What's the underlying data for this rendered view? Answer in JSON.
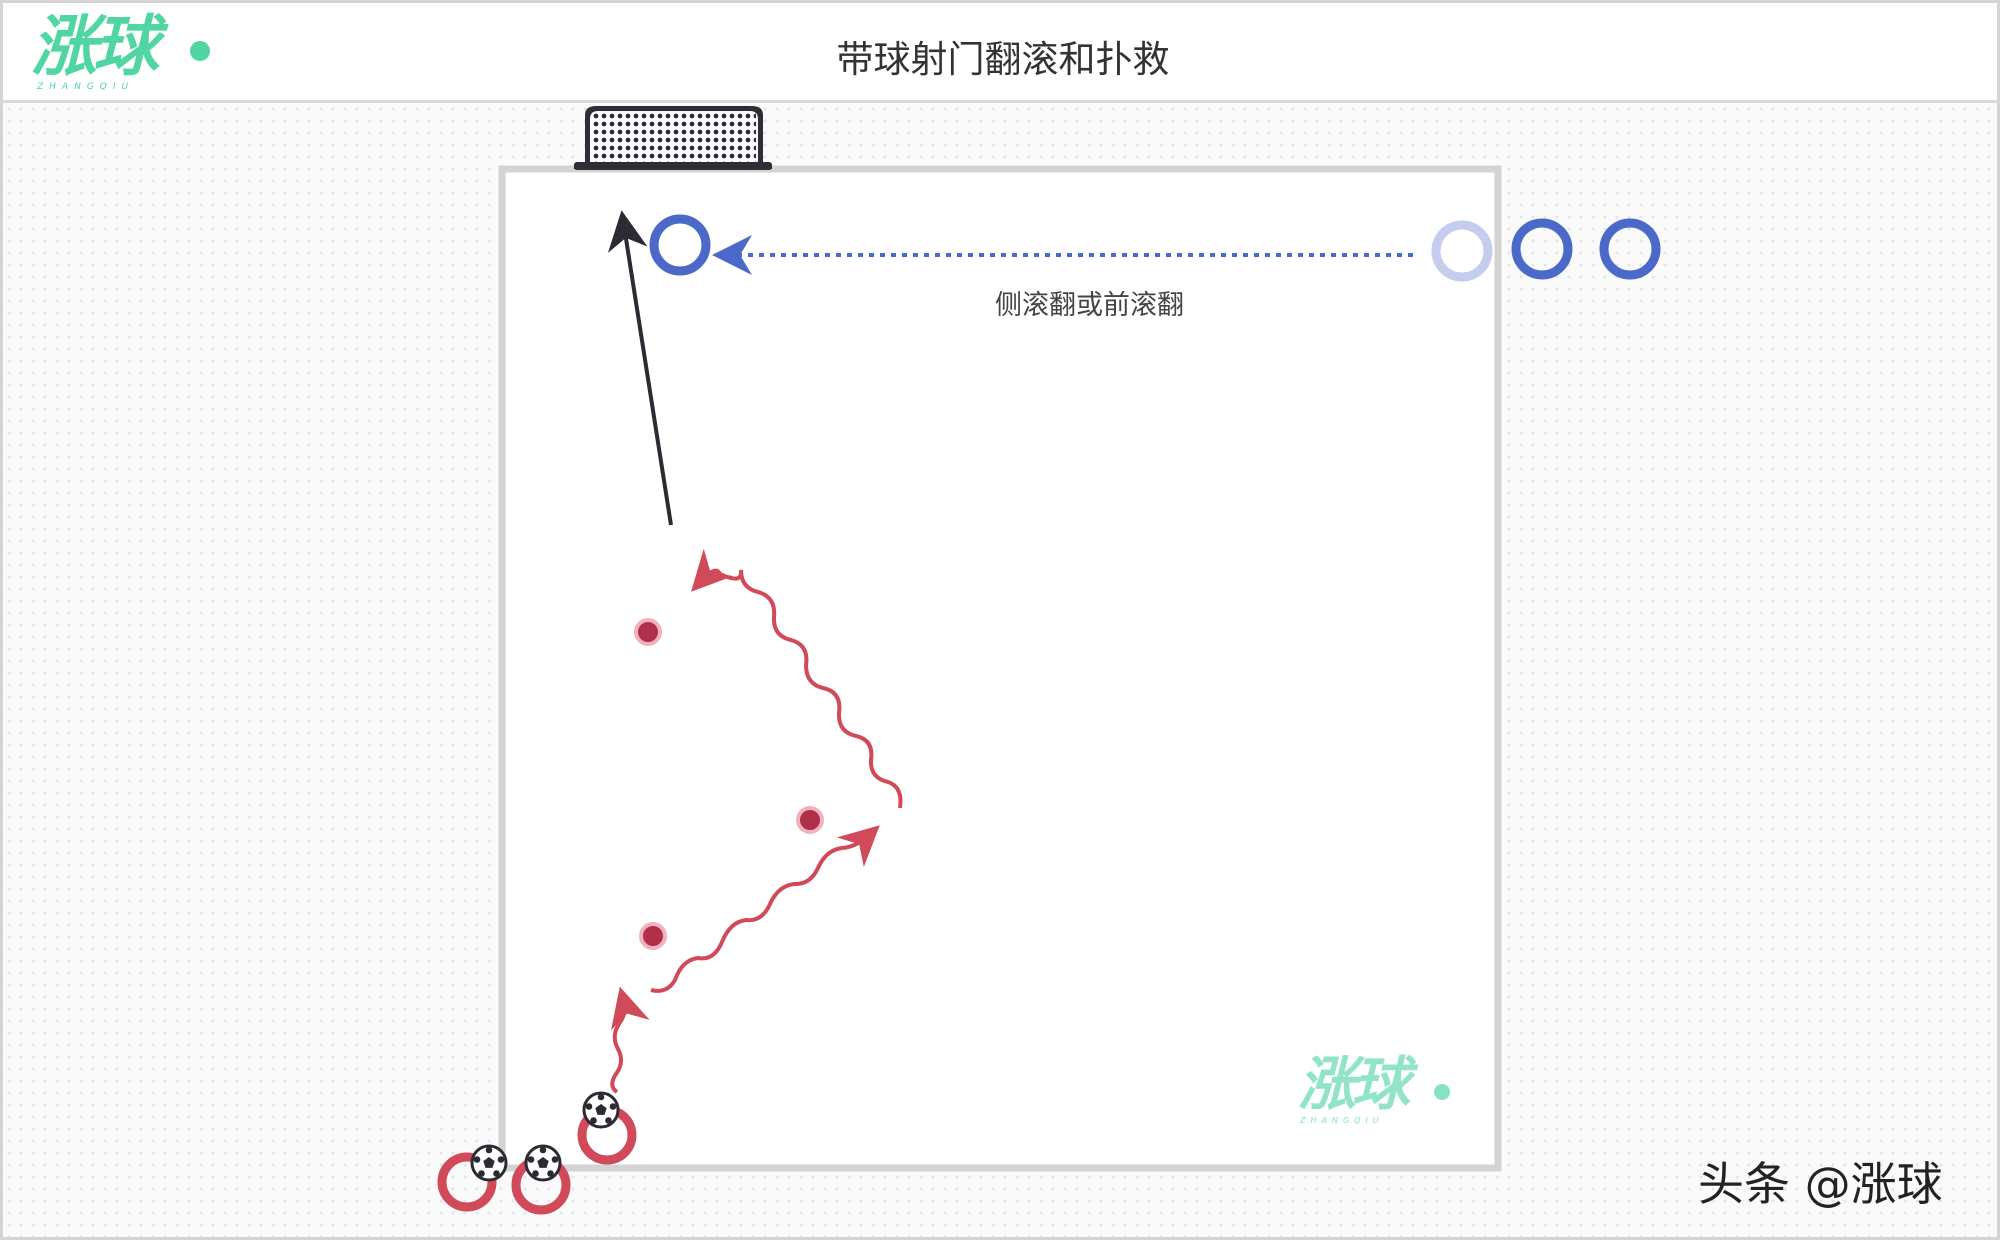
{
  "header": {
    "logo_text": "涨球",
    "logo_subtext": "ZHANGQIU",
    "title": "带球射门翻滚和扑救"
  },
  "diagram": {
    "flow_label": "侧滚翻或前滚翻",
    "watermark_logo": "涨球",
    "watermark_subtext": "ZHANGQIU",
    "attribution": "头条 @涨球",
    "colors": {
      "attacker": "#d14a5a",
      "goalkeeper": "#4a69c9",
      "goalkeeper_waiting": "#c4cdee",
      "shot_arrow": "#2b2b33",
      "cone": "#b0304a",
      "field_border": "#d3d3d3",
      "logo": "#4fd6a2"
    },
    "elements": {
      "goal": "goal-net",
      "goalkeepers": [
        "goalkeeper-active",
        "goalkeeper-waiting",
        "goalkeeper-queue",
        "goalkeeper-queue"
      ],
      "attackers": [
        "attacker-with-ball",
        "attacker-with-ball",
        "attacker-with-ball"
      ],
      "cones": [
        "cone",
        "cone",
        "cone"
      ],
      "paths": [
        "dribble-path",
        "dribble-path",
        "dribble-path",
        "shot-arrow",
        "dive-path"
      ]
    }
  }
}
